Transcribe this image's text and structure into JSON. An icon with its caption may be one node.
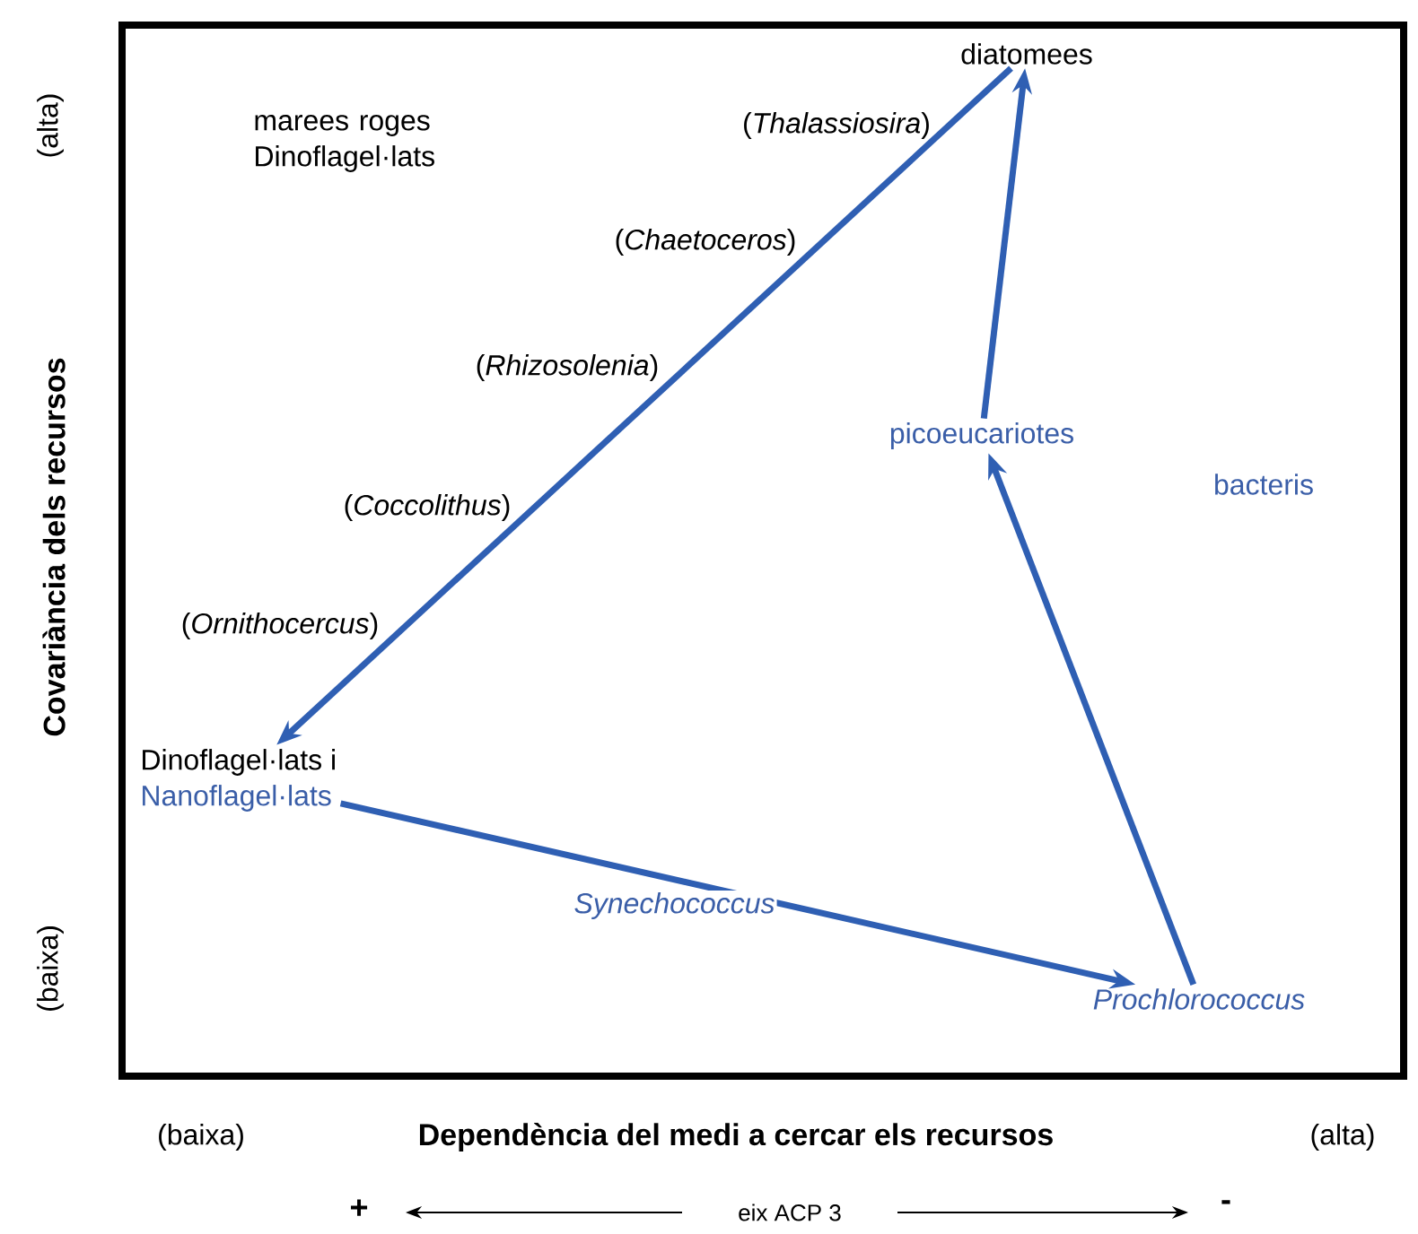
{
  "diagram": {
    "nodes": [
      {
        "text": [
          "diatomees"
        ]
      },
      {
        "text": [
          "Dinoflagel·lats i",
          "Nanoflagel·lats"
        ]
      },
      {
        "text": [
          "picoeucariotes"
        ]
      },
      {
        "text": [
          "Prochlorococcus"
        ]
      }
    ],
    "edges": [
      {
        "from": 0,
        "to": 1,
        "arrow": "to"
      },
      {
        "from": 1,
        "to": 3,
        "arrow": "to",
        "label": "Synechococcus"
      },
      {
        "from": 3,
        "to": 2,
        "arrow": "to"
      },
      {
        "from": 2,
        "to": 0,
        "arrow": "to"
      }
    ],
    "labels": [
      "(alta)",
      "marees roges Dinoflagel·lats",
      "(*Thalassiosira*)",
      "(*Chaetoceros*)",
      "(*Rhizosolenia*)",
      "bacteris",
      "(*Coccolithus*)",
      "Covariància dels recursos",
      "(*Ornithocercus*)",
      "(baixa)",
      "(baixa)",
      "Dependència del medi a cercar els recursos",
      "(alta)",
      "+",
      "eix ACP 3",
      "-"
    ]
  }
}
